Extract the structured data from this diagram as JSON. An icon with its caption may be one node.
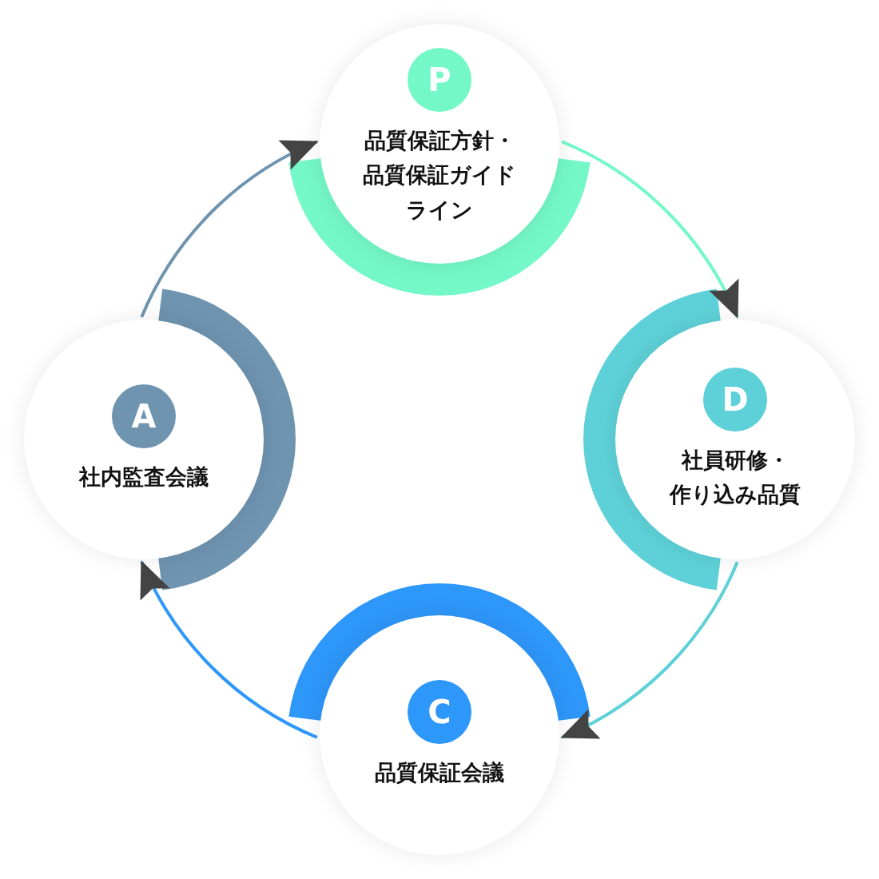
{
  "diagram": {
    "nodes": [
      {
        "text": [
          "P",
          "品質保証方針・品質保証ガイドライン"
        ]
      },
      {
        "text": [
          "D",
          "社員研修・作り込み品質"
        ]
      },
      {
        "text": [
          "C",
          "品質保証会議"
        ]
      },
      {
        "text": [
          "A",
          "社内監査会議"
        ]
      }
    ],
    "edges": [
      {
        "from": 0,
        "to": 1,
        "arrow": "to",
        "color": "#74f8c8"
      },
      {
        "from": 1,
        "to": 2,
        "arrow": "to",
        "color": "#5ed1d8"
      },
      {
        "from": 2,
        "to": 3,
        "arrow": "to",
        "color": "#2e97fa"
      },
      {
        "from": 3,
        "to": 0,
        "arrow": "to",
        "color": "#6f94b0"
      }
    ]
  }
}
